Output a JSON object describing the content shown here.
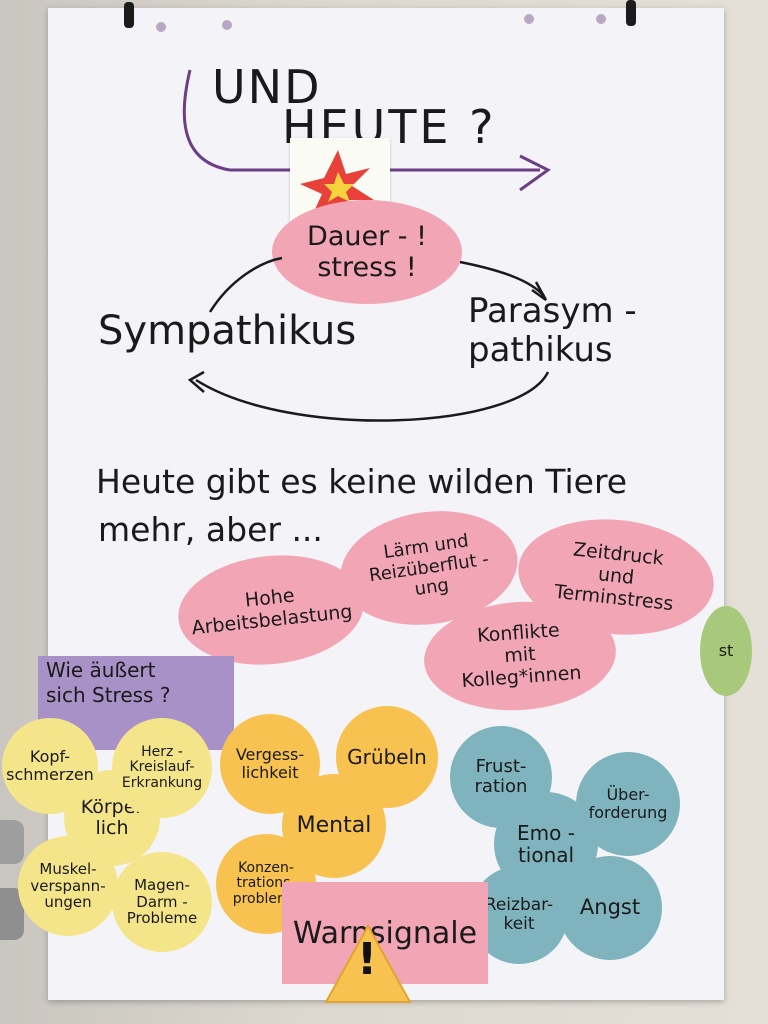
{
  "title_line1": "UND",
  "title_line2": "HEUTE ?",
  "stress_oval": "Dauer - !\nstress !",
  "sympathikus": "Sympathikus",
  "parasympathikus": "Parasym -\npathikus",
  "sentence_line1": "Heute gibt es keine wilden Tiere",
  "sentence_line2": "mehr, aber ...",
  "pink_ovals": [
    "Hohe\nArbeitsbelastung",
    "Lärm und\nReizüberflut -\nung",
    "Zeitdruck\nund\nTerminstress",
    "Konflikte\nmit\nKolleg*innen"
  ],
  "purple_card": "Wie äußert\nsich Stress ?",
  "body_circles": {
    "kopfschmerzen": "Kopf-\nschmerzen",
    "herz": "Herz -\nKreislauf-\nErkrankung",
    "koerperlich": "Körper\nlich",
    "muskel": "Muskel-\nverspann-\nungen",
    "magen": "Magen-\nDarm -\nProbleme"
  },
  "mental_circles": {
    "vergesslichkeit": "Vergess-\nlichkeit",
    "grubeln": "Grübeln",
    "mental": "Mental",
    "konzentration": "Konzen-\ntrations-\nprobleme"
  },
  "emotional_circles": {
    "frustration": "Frust-\nration",
    "ueberforderung": "Über-\nforderung",
    "emotional": "Emo -\ntional",
    "reizbarkeit": "Reizbar-\nkeit",
    "angst": "Angst"
  },
  "side_circle": "st",
  "warnsignale": "Warnsignale",
  "warning_symbol": "!",
  "colors": {
    "pink": "#f2a5b4",
    "purple": "#a791c6",
    "yellow": "#f5e58a",
    "orange": "#f7c24f",
    "teal": "#7fb4bf",
    "red": "#e8413a"
  }
}
